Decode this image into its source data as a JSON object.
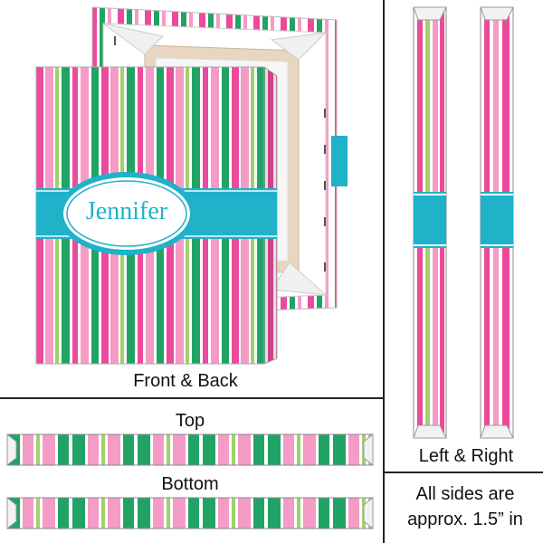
{
  "product": {
    "name_text": "Jennifer",
    "colors": {
      "pink": "#ec4a9c",
      "light_pink": "#f49bc6",
      "green": "#22a366",
      "lime": "#9fd26a",
      "teal": "#1fb2c9",
      "white": "#ffffff"
    }
  },
  "labels": {
    "front_back": "Front & Back",
    "left_right": "Left & Right",
    "top": "Top",
    "bottom": "Bottom",
    "sides_note_line1": "All sides are",
    "sides_note_line2": "approx. 1.5” in"
  }
}
